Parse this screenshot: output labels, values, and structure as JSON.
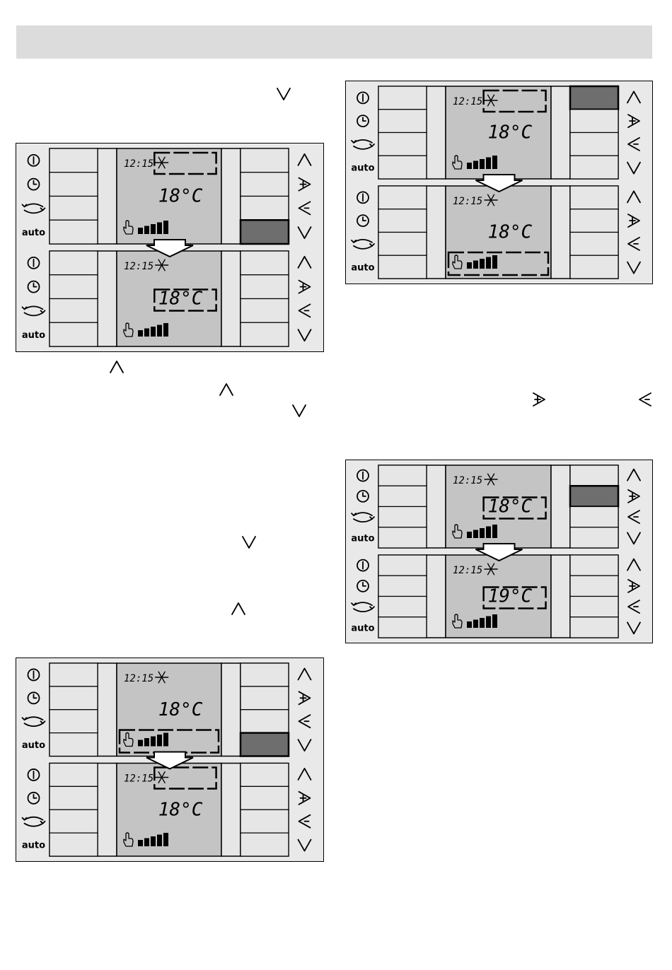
{
  "display": {
    "time": "12:15"
  },
  "symbols": {
    "left": [
      "power-icon",
      "clock-icon",
      "recirculation-icon",
      "auto-label"
    ],
    "right": [
      "up-arrow-icon",
      "increase-arrow-icon",
      "decrease-arrow-icon",
      "down-arrow-icon"
    ],
    "auto_text": "auto"
  },
  "figures": [
    {
      "id": "fig1",
      "panels": [
        {
          "temp": "18°C",
          "highlight": "snowflake",
          "active_button": "right-4"
        },
        {
          "temp": "18°C",
          "highlight": "temp",
          "active_button": ""
        }
      ]
    },
    {
      "id": "fig2",
      "panels": [
        {
          "temp": "18°C",
          "highlight": "snowflake",
          "active_button": "right-1"
        },
        {
          "temp": "18°C",
          "highlight": "fan",
          "active_button": ""
        }
      ]
    },
    {
      "id": "fig3",
      "panels": [
        {
          "temp": "18°C",
          "highlight": "temp",
          "active_button": "right-2"
        },
        {
          "temp": "19°C",
          "highlight": "temp",
          "active_button": ""
        }
      ]
    },
    {
      "id": "fig4",
      "panels": [
        {
          "temp": "18°C",
          "highlight": "fan",
          "active_button": "right-4"
        },
        {
          "temp": "18°C",
          "highlight": "snowflake",
          "active_button": ""
        }
      ]
    }
  ],
  "inline_symbols": [
    "down-arrow-icon",
    "up-arrow-icon",
    "up-arrow-icon",
    "down-arrow-icon",
    "down-arrow-icon",
    "up-arrow-icon",
    "increase-arrow-icon",
    "decrease-arrow-icon"
  ]
}
